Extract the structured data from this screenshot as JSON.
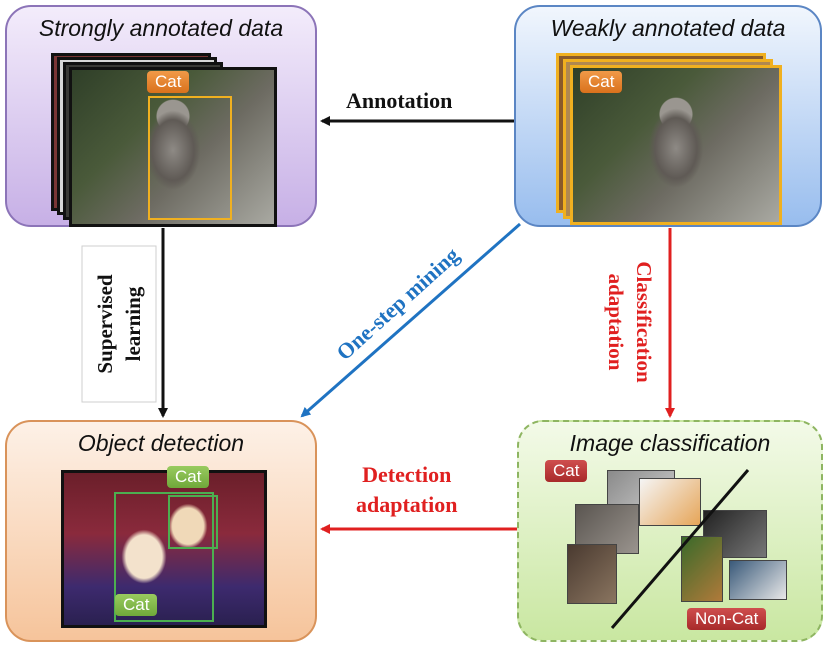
{
  "panels": {
    "strong": {
      "title": "Strongly annotated data",
      "tag": "Cat"
    },
    "weak": {
      "title": "Weakly annotated data",
      "tag": "Cat"
    },
    "detection": {
      "title": "Object detection",
      "tags": [
        "Cat",
        "Cat"
      ]
    },
    "classification": {
      "title": "Image classification",
      "positive_tag": "Cat",
      "negative_tag": "Non-Cat"
    }
  },
  "edges": {
    "annotation": "Annotation",
    "supervised": [
      "Supervised",
      "learning"
    ],
    "one_step": "One-step mining",
    "classification_adaptation": [
      "Classification",
      "adaptation"
    ],
    "detection_adaptation": [
      "Detection",
      "adaptation"
    ]
  },
  "colors": {
    "black_arrow": "#111111",
    "blue_arrow": "#1f73c2",
    "red_arrow": "#e02020",
    "orange_box": "#f0b020",
    "green_box": "#4caf50"
  }
}
